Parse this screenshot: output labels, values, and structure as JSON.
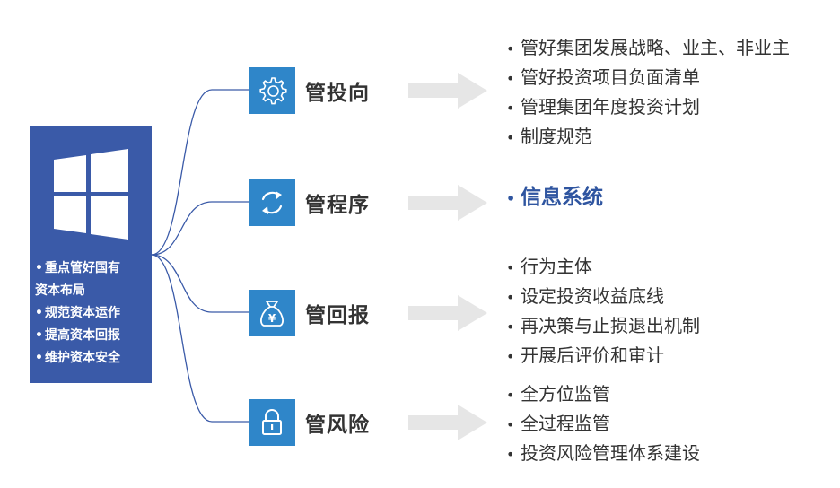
{
  "summary": {
    "items": [
      "重点管好国有资本布局",
      "规范资本运作",
      "提高资本回报",
      "维护资本安全"
    ],
    "first_line_a": "重点管好国有",
    "first_line_b": "资本布局"
  },
  "categories": [
    {
      "label": "管投向",
      "icon": "gear-icon",
      "items": [
        "管好集团发展战略、业主、非业主",
        "管好投资项目负面清单",
        "管理集团年度投资计划",
        "制度规范"
      ]
    },
    {
      "label": "管程序",
      "icon": "refresh-icon",
      "items": [
        "信息系统"
      ]
    },
    {
      "label": "管回报",
      "icon": "money-bag-icon",
      "items": [
        "行为主体",
        "设定投资收益底线",
        "再决策与止损退出机制",
        "开展后评价和审计"
      ]
    },
    {
      "label": "管风险",
      "icon": "lock-icon",
      "items": [
        "全方位监管",
        "全过程监管",
        "投资风险管理体系建设"
      ]
    }
  ],
  "colors": {
    "panel": "#3a5aa8",
    "icon_bg": "#2f86c9",
    "highlight_text": "#2f55a0",
    "connector": "#3a5aa8",
    "arrow": "#e6e6e6"
  },
  "money_symbol": "¥"
}
